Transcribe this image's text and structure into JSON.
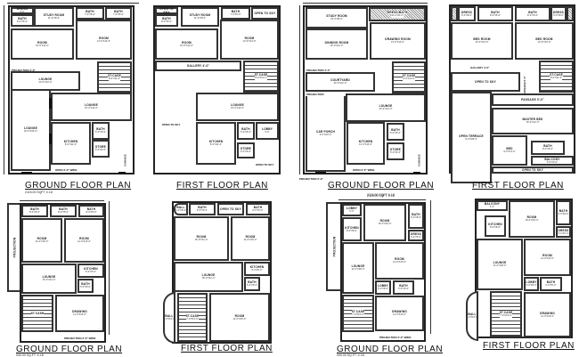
{
  "plans": [
    {
      "id": "plan1",
      "title": "GROUND FLOOR PLAN",
      "subtitle": "2115.00 SQFT X.18",
      "rooms": [
        {
          "name": "DRESS",
          "dims": "5'-0\""
        },
        {
          "name": "BATH",
          "dims": "8'-0\"X5'-0\""
        },
        {
          "name": "STUDY ROOM",
          "dims": "11'-6\"X8'-0\""
        },
        {
          "name": "BATH",
          "dims": "7'-0\"X5'-0\""
        },
        {
          "name": "BATH",
          "dims": "7'-0\"X5'-0\""
        },
        {
          "name": "ROOM",
          "dims": "15'-6\"X11'-6\""
        },
        {
          "name": "ROOM",
          "dims": "13'-6\"X14'-6\""
        },
        {
          "name": "PROJECTION 4'-0\"",
          "dims": ""
        },
        {
          "name": "ST.CASE",
          "dims": "8'-0\"X11'-0\""
        },
        {
          "name": "LOUNGE",
          "dims": "20'-0\"X10'-0\""
        },
        {
          "name": "LOUNGE",
          "dims": "15'-0\"X11'-0\""
        },
        {
          "name": "LOUNGE",
          "dims": "20'-0\"X22'-0\""
        },
        {
          "name": "BATH",
          "dims": "5'-0\"X6'-0\""
        },
        {
          "name": "KITCHEN",
          "dims": "8'-0\"X11'-0\""
        },
        {
          "name": "STORE",
          "dims": "5'-0\"X6'-0\""
        },
        {
          "name": "OPEN 3'-0\" WIDE",
          "dims": ""
        },
        {
          "name": "GARAGE",
          "dims": ""
        }
      ]
    },
    {
      "id": "plan2",
      "title": "FIRST FLOOR PLAN",
      "subtitle": "",
      "rooms": [
        {
          "name": "OPEN TO SKY",
          "dims": ""
        },
        {
          "name": "BATH",
          "dims": "8'-0\"X5'-0\""
        },
        {
          "name": "STUDY ROOM",
          "dims": "11'-6\"X8'-0\""
        },
        {
          "name": "BATH",
          "dims": "7'-0\"X5'-0\""
        },
        {
          "name": "OPEN TO SKY",
          "dims": ""
        },
        {
          "name": "ROOM",
          "dims": "15'-6\"X11'-6\""
        },
        {
          "name": "ROOM",
          "dims": "13'-6\"X14'-6\""
        },
        {
          "name": "GALLERY 4'-0\"",
          "dims": ""
        },
        {
          "name": "ST.CASE",
          "dims": "8'-0\"X11'-0\""
        },
        {
          "name": "LOUNGE",
          "dims": "15'-0\"X11'-0\""
        },
        {
          "name": "OPEN TO SKY",
          "dims": ""
        },
        {
          "name": "BATH",
          "dims": "5'-0\"X6'-0\""
        },
        {
          "name": "LOBBY",
          "dims": "5'-0\""
        },
        {
          "name": "KITCHEN",
          "dims": "8'-0\"X11'-0\""
        },
        {
          "name": "STORE",
          "dims": "5'-0\"X6'-0\""
        },
        {
          "name": "OPEN TO SKY",
          "dims": ""
        }
      ]
    },
    {
      "id": "plan3",
      "title": "GROUND FLOOR PLAN",
      "subtitle": "2115.00 SQFT X.18",
      "rooms": [
        {
          "name": "STUDY ROOM",
          "dims": "15'-0\"X8'-0\""
        },
        {
          "name": "DRESS/BATH",
          "dims": "10'-0\"X6'-0\""
        },
        {
          "name": "DINNING ROOM",
          "dims": "15'-0\"X11'-0\""
        },
        {
          "name": "DRAWING ROOM",
          "dims": "13'-6\"X14'-0\""
        },
        {
          "name": "PROJECTION 4'-0\"",
          "dims": ""
        },
        {
          "name": "COURTYARD",
          "dims": "20'-0\"X11'-0\""
        },
        {
          "name": "ST.CASE",
          "dims": "8'-0\"X11'-0\""
        },
        {
          "name": "PROJECTION",
          "dims": ""
        },
        {
          "name": "LOUNGE",
          "dims": "20'-0\"X12'-0\""
        },
        {
          "name": "CAR PORCH",
          "dims": "9'-0\"X20'-0\""
        },
        {
          "name": "KITCHEN",
          "dims": "12'-0\"X10'-0\""
        },
        {
          "name": "BATH",
          "dims": "5'-0\"X6'-0\""
        },
        {
          "name": "STORE",
          "dims": "5'-0\"X6'-0\""
        },
        {
          "name": "GARAGE",
          "dims": ""
        },
        {
          "name": "OPEN 3'-0\" WIDE",
          "dims": ""
        },
        {
          "name": "PROJECTION 2'-0\"",
          "dims": ""
        }
      ]
    },
    {
      "id": "plan4",
      "title": "FIRST FLOOR PLAN",
      "subtitle": "",
      "rooms": [
        {
          "name": "DRESS",
          "dims": "5'-0\"X8'-0\""
        },
        {
          "name": "BATH",
          "dims": "8'-0\"X5'-0\""
        },
        {
          "name": "BATH",
          "dims": "8'-0\"X5'-0\""
        },
        {
          "name": "DRESS",
          "dims": "5'-0\"X8'-0\""
        },
        {
          "name": "BED ROOM",
          "dims": "15'-0\"X13'-0\""
        },
        {
          "name": "BED ROOM",
          "dims": "13'-6\"X13'-0\""
        },
        {
          "name": "GALLERY 4'-0\"",
          "dims": ""
        },
        {
          "name": "ST.CASE",
          "dims": "8'-0\"X11'-0\""
        },
        {
          "name": "OPEN TO SKY",
          "dims": ""
        },
        {
          "name": "PASSAGE 5'-0\"",
          "dims": ""
        },
        {
          "name": "PASSAGE 5'-0\"",
          "dims": ""
        },
        {
          "name": "OPEN TERRACE",
          "dims": "9'-0\"X28'-0\""
        },
        {
          "name": "MASTER BED",
          "dims": "15'-0\"X12'-0\""
        },
        {
          "name": "BED",
          "dims": "9'-0\"X11'-6\""
        },
        {
          "name": "BATH",
          "dims": "8'-0\"X5'-0\""
        },
        {
          "name": "BALCONY",
          "dims": "8'-0\"X3'-0\""
        },
        {
          "name": "OPEN TO SKY",
          "dims": ""
        }
      ]
    },
    {
      "id": "plan5",
      "title": "GROUND FLOOR PLAN",
      "subtitle": "000.00 SQ.FT. X.18",
      "rooms": [
        {
          "name": "BATH",
          "dims": "8'-0\"X5'-0\""
        },
        {
          "name": "BATH",
          "dims": "8'-0\"X5'-0\""
        },
        {
          "name": "BATH",
          "dims": "8'-0\"X5'-0\""
        },
        {
          "name": "ROOM",
          "dims": "11'-0\"X15'-0\""
        },
        {
          "name": "ROOM",
          "dims": "11'-0\"X15'-0\""
        },
        {
          "name": "PROJECTION",
          "dims": ""
        },
        {
          "name": "LOUNGE",
          "dims": "15'-0\"X11'-0\""
        },
        {
          "name": "KITCHEN",
          "dims": "8'-0\"X5'-0\""
        },
        {
          "name": "BATH",
          "dims": "5'-0\"X5'-0\""
        },
        {
          "name": "ST.CASE",
          "dims": ""
        },
        {
          "name": "DRAWING",
          "dims": "11'-0\"X15'-0\""
        },
        {
          "name": "PROJECTION 3'-0\" WIDE",
          "dims": ""
        }
      ]
    },
    {
      "id": "plan6",
      "title": "FIRST FLOOR PLAN",
      "subtitle": "",
      "rooms": [
        {
          "name": "BALL",
          "dims": "4'-0\"X8'-0\""
        },
        {
          "name": "BATH",
          "dims": "8'-0\"X5'-0\""
        },
        {
          "name": "OPEN TO SKY",
          "dims": ""
        },
        {
          "name": "BATH",
          "dims": "8'-0\"X5'-0\""
        },
        {
          "name": "ROOM",
          "dims": "15'-0\"X11'-0\""
        },
        {
          "name": "ROOM",
          "dims": "11'-0\"X15'-0\""
        },
        {
          "name": "LOUNGE",
          "dims": "18'-0\"X11'-0\""
        },
        {
          "name": "KITCHEN",
          "dims": "8'-0\"X5'-0\""
        },
        {
          "name": "BATH",
          "dims": "5'-0\"X5'-0\""
        },
        {
          "name": "BALL",
          "dims": "4'-0\"X15'-0\""
        },
        {
          "name": "ST.CASE",
          "dims": "7'-0\"X15'-0\""
        },
        {
          "name": "ROOM",
          "dims": "11'-0\"X15'-0\""
        }
      ]
    },
    {
      "id": "plan7",
      "title": "GROUND FLOOR PLAN",
      "subtitle": "000.00 SQ.FT. X.18",
      "top_note": "2115.00 SQFT X.18",
      "rooms": [
        {
          "name": "LOBBY",
          "dims": "5'-0\""
        },
        {
          "name": "ROOM",
          "dims": "15'-0\"X15'-0\""
        },
        {
          "name": "BATH",
          "dims": "5'-0\"X8'-0\""
        },
        {
          "name": "KITCHEN",
          "dims": "8'-0\"X8'-0\""
        },
        {
          "name": "DRESS",
          "dims": "5'-0\"X5'-0\""
        },
        {
          "name": "PROJECTION",
          "dims": ""
        },
        {
          "name": "LOUNGE",
          "dims": "11'-0\"X18'-0\""
        },
        {
          "name": "ROOM",
          "dims": "11'-0\"X15'-0\""
        },
        {
          "name": "LOBBY",
          "dims": "5'-0\"X8'-0\""
        },
        {
          "name": "BATH",
          "dims": "5'-0\"X5'-0\""
        },
        {
          "name": "ST.CASE",
          "dims": "7'-0\"X15'-0\""
        },
        {
          "name": "DRAWING",
          "dims": "11'-0\"X15'-0\""
        },
        {
          "name": "PROJECTION 3'-0\" WIDE",
          "dims": ""
        }
      ]
    },
    {
      "id": "plan8",
      "title": "FIRST FLOOR PLAN",
      "subtitle": "",
      "rooms": [
        {
          "name": "BALCONY",
          "dims": "4'-0\""
        },
        {
          "name": "ROOM",
          "dims": "15'-0\"X15'-0\""
        },
        {
          "name": "BATH",
          "dims": "5'-0\"X8'-0\""
        },
        {
          "name": "KITCHEN",
          "dims": "8'-0\"X8'-0\""
        },
        {
          "name": "DRESS",
          "dims": "5'-0\"X5'-0\""
        },
        {
          "name": "ROOM",
          "dims": "11'-0\"X15'-0\""
        },
        {
          "name": "LOUNGE",
          "dims": "11'-0\"X18'-0\""
        },
        {
          "name": "LOBBY",
          "dims": "5'-0\"X8'-0\""
        },
        {
          "name": "BATH",
          "dims": "5'-0\"X5'-0\""
        },
        {
          "name": "BALL",
          "dims": "4'-0\"X15'-0\""
        },
        {
          "name": "ST.CASE",
          "dims": "7'-0\"X15'-0\""
        },
        {
          "name": "DRAWING",
          "dims": "11'-0\"X15'-0\""
        }
      ]
    }
  ]
}
